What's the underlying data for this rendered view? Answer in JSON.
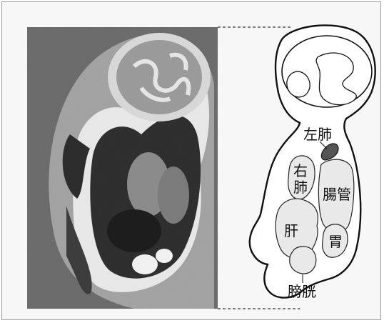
{
  "labels": {
    "left_lung": "左肺",
    "right_lung": "右肺",
    "intestine": "腸管",
    "liver": "肝",
    "stomach": "胃",
    "bladder": "膀胱"
  }
}
